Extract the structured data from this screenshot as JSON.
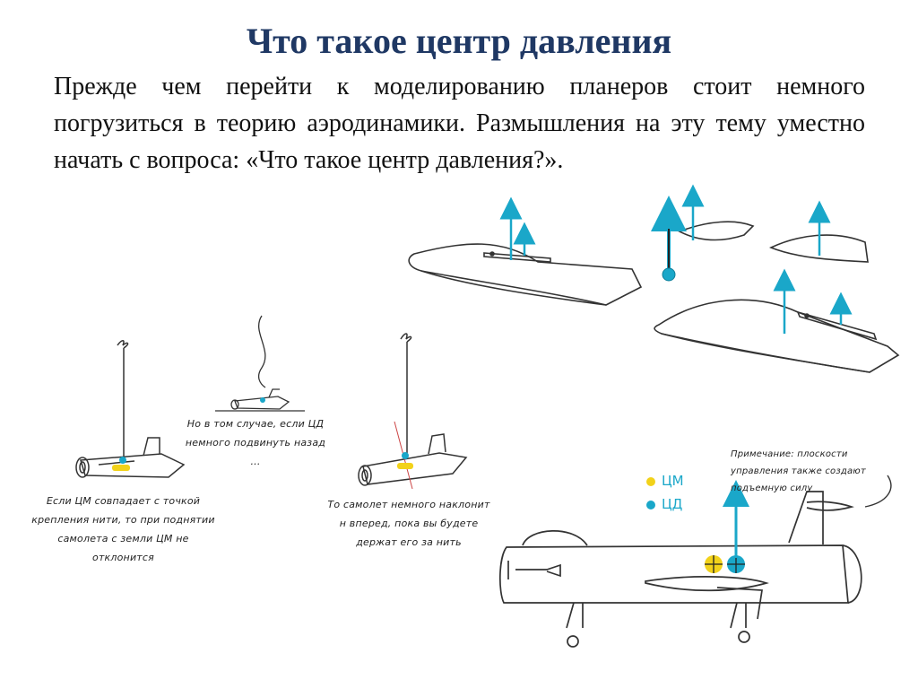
{
  "slide": {
    "title": "Что такое центр давления",
    "paragraph": "Прежде чем перейти к моделированию планеров стоит немного погрузиться в теорию аэродинамики. Размышления на эту тему уместно начать с вопроса: «Что такое центр давления?»."
  },
  "illustration": {
    "caption_left": "Если ЦМ совпадает с точкой крепления нити, то при поднятии самолета с земли ЦМ не отклонится",
    "caption_middle_top": "Но в том случае, если ЦД немного подвинуть назад ...",
    "caption_middle": "То самолет немного наклонит н вперед, пока вы будете держат его за нить",
    "note": "Примечание: плоскости управления также создают подъемную силу",
    "legend": {
      "cm_label": "ЦМ",
      "cp_label": "ЦД"
    },
    "colors": {
      "lift_arrow": "#1aa7c9",
      "center_of_mass": "#f2d21a",
      "center_of_pressure": "#1aa7c9",
      "title": "#1f3864"
    }
  }
}
